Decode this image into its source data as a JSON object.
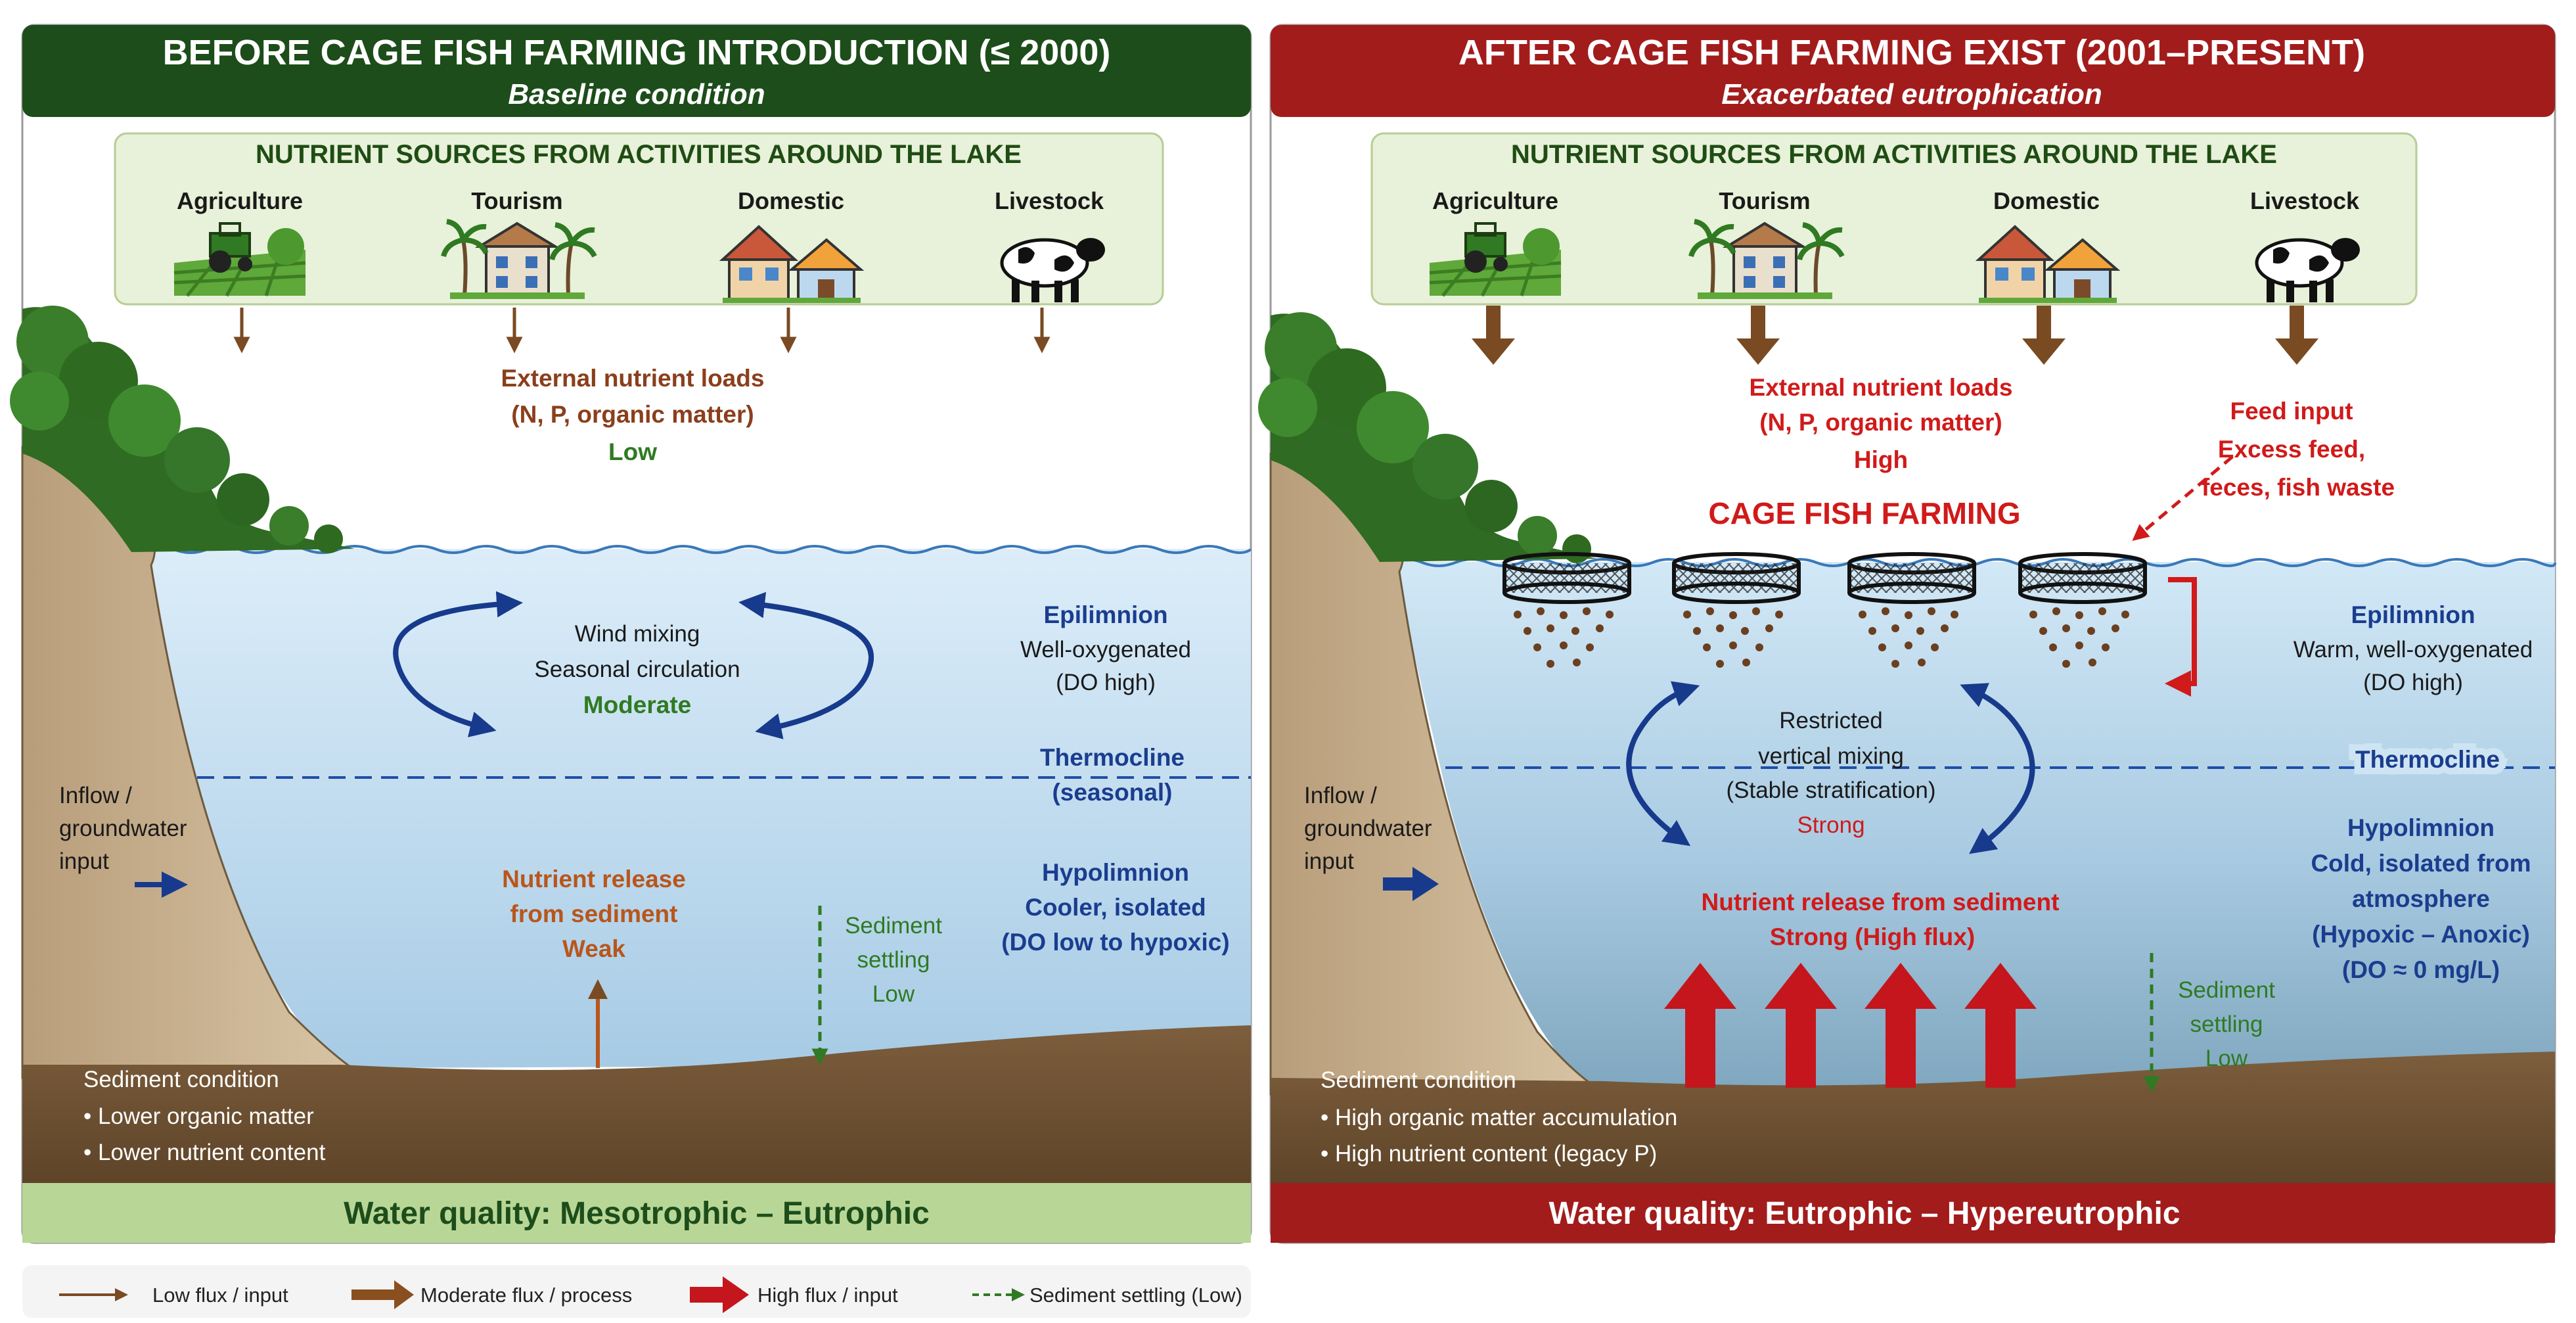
{
  "colors": {
    "before_header": "#1d4d1a",
    "after_header": "#a21c1c",
    "water_top": "#d6ebf8",
    "water_bottom": "#a9cde6",
    "sediment": "#7a5c3c",
    "bank": "#c9b28f",
    "low_arrow": "#7a4a22",
    "high_arrow": "#c4161c",
    "blue_text": "#1a3d8f",
    "green_text": "#2f7a22",
    "red_text": "#d11a1a",
    "brown_text": "#8a3f1c",
    "orange_text": "#b8561c"
  },
  "before": {
    "title": "BEFORE CAGE FISH FARMING INTRODUCTION (≤ 2000)",
    "subtitle": "Baseline condition",
    "sources_heading": "NUTRIENT SOURCES FROM ACTIVITIES AROUND THE LAKE",
    "sources": [
      {
        "label": "Agriculture",
        "icon": "tractor-field-icon"
      },
      {
        "label": "Tourism",
        "icon": "resort-palm-icon"
      },
      {
        "label": "Domestic",
        "icon": "houses-icon"
      },
      {
        "label": "Livestock",
        "icon": "cow-icon"
      }
    ],
    "external_loads": [
      "External nutrient loads",
      "(N, P, organic matter)",
      "Low"
    ],
    "mixing": [
      "Wind mixing",
      "Seasonal circulation",
      "Moderate"
    ],
    "epilimnion": [
      "Epilimnion",
      "Well-oxygenated",
      "(DO high)"
    ],
    "thermocline": [
      "Thermocline",
      "(seasonal)"
    ],
    "hypolimnion": [
      "Hypolimnion",
      "Cooler, isolated",
      "(DO low to hypoxic)"
    ],
    "inflow": [
      "Inflow /",
      "groundwater",
      "input"
    ],
    "nutrient_release": [
      "Nutrient release",
      "from sediment",
      "Weak"
    ],
    "settling": [
      "Sediment",
      "settling",
      "Low"
    ],
    "sediment": [
      "Sediment condition",
      "• Lower organic matter",
      "• Lower nutrient content"
    ],
    "water_quality": "Water quality: Mesotrophic – Eutrophic"
  },
  "after": {
    "title": "AFTER CAGE FISH FARMING EXIST (2001–PRESENT)",
    "subtitle": "Exacerbated eutrophication",
    "sources_heading": "NUTRIENT SOURCES FROM ACTIVITIES AROUND THE LAKE",
    "sources": [
      {
        "label": "Agriculture",
        "icon": "tractor-field-icon"
      },
      {
        "label": "Tourism",
        "icon": "resort-palm-icon"
      },
      {
        "label": "Domestic",
        "icon": "houses-icon"
      },
      {
        "label": "Livestock",
        "icon": "cow-icon"
      }
    ],
    "external_loads": [
      "External nutrient loads",
      "(N, P, organic matter)",
      "High"
    ],
    "feed_input": [
      "Feed input",
      "Excess feed,",
      "feces, fish waste"
    ],
    "cage_title": "CAGE FISH FARMING",
    "mixing": [
      "Restricted",
      "vertical mixing",
      "(Stable stratification)",
      "Strong"
    ],
    "epilimnion": [
      "Epilimnion",
      "Warm, well-oxygenated",
      "(DO high)"
    ],
    "thermocline": [
      "Thermocline"
    ],
    "hypolimnion": [
      "Hypolimnion",
      "Cold, isolated from",
      "atmosphere",
      "(Hypoxic – Anoxic)",
      "(DO ≈ 0 mg/L)"
    ],
    "inflow": [
      "Inflow /",
      "groundwater",
      "input"
    ],
    "nutrient_release": [
      "Nutrient release from sediment",
      "Strong (High flux)"
    ],
    "settling": [
      "Sediment",
      "settling",
      "Low"
    ],
    "sediment": [
      "Sediment condition",
      "• High organic matter accumulation",
      "• High nutrient content (legacy P)"
    ],
    "water_quality": "Water quality: Eutrophic – Hypereutrophic"
  },
  "legend": [
    {
      "label": "Low flux / input",
      "icon": "thin-arrow-icon"
    },
    {
      "label": "Moderate flux / process",
      "icon": "medium-arrow-icon"
    },
    {
      "label": "High flux / input",
      "icon": "thick-red-arrow-icon"
    },
    {
      "label": "Sediment settling (Low)",
      "icon": "dashed-green-arrow-icon"
    }
  ]
}
